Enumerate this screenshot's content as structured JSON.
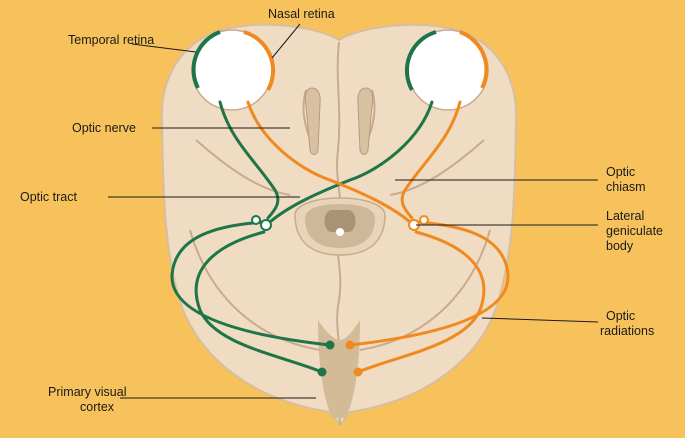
{
  "labels": {
    "temporal_retina": "Temporal retina",
    "nasal_retina": "Nasal retina",
    "optic_nerve": "Optic nerve",
    "optic_tract": "Optic tract",
    "optic_chiasm_line1": "Optic",
    "optic_chiasm_line2": "chiasm",
    "lgb_line1": "Lateral",
    "lgb_line2": "geniculate",
    "lgb_line3": "body",
    "radiations_line1": "Optic",
    "radiations_line2": "radiations",
    "cortex_line1": "Primary visual",
    "cortex_line2": "cortex"
  },
  "colors": {
    "background": "#f7c25b",
    "brain": "#efdcc3",
    "brain_outline": "#d7bea0",
    "sulcus": "#c7ab8c",
    "eyeball": "#ffffff",
    "left_pathway": "#1d7548",
    "right_pathway": "#f08a20",
    "brainstem": "#cdb89a",
    "brainstem_dark": "#8c7257"
  }
}
